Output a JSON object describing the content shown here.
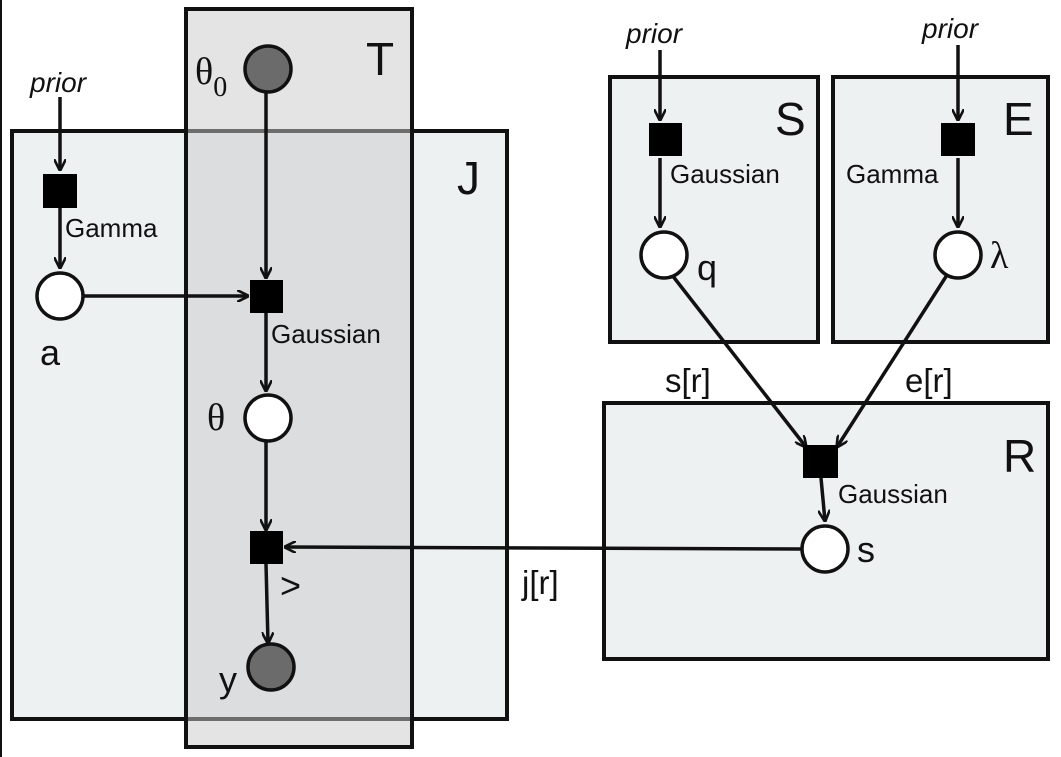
{
  "plates": {
    "T": "T",
    "J": "J",
    "S": "S",
    "E": "E",
    "R": "R"
  },
  "nodes": {
    "theta0": "θ",
    "theta0_sub": "0",
    "theta": "θ",
    "y": "y",
    "a": "a",
    "q": "q",
    "lambda": "λ",
    "s": "s"
  },
  "factors": {
    "gamma_a": "Gamma",
    "gaussian_theta": "Gaussian",
    "greater": ">",
    "gaussian_q": "Gaussian",
    "gamma_lambda": "Gamma",
    "gaussian_s": "Gaussian"
  },
  "priors": {
    "a": "prior",
    "q": "prior",
    "lambda": "prior"
  },
  "edge_labels": {
    "s_r": "s[r]",
    "e_r": "e[r]",
    "j_r": "j[r]"
  },
  "colors": {
    "observed_node": "#6b6b6b",
    "latent_node": "#ffffff",
    "factor": "#000000",
    "plate_fill": "#eef1f2",
    "plate_T_fill": "#d9d9db"
  }
}
